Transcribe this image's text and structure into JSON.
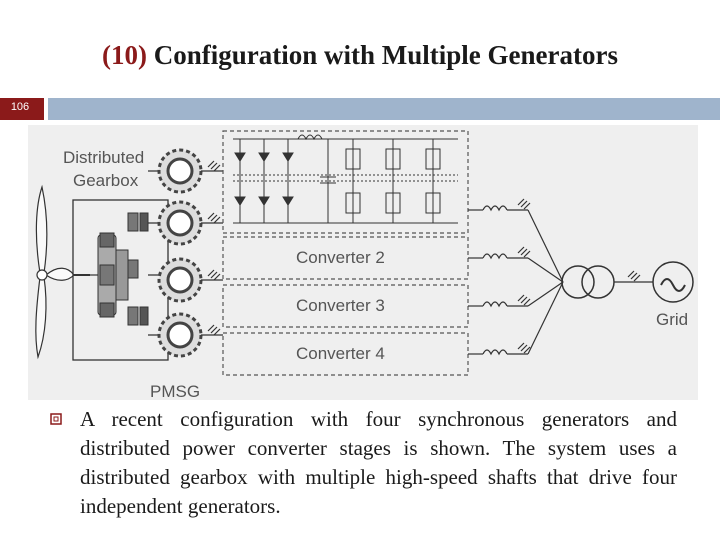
{
  "slide": {
    "title_number": "(10)",
    "title_text": "Configuration with Multiple Generators",
    "slide_number": "106"
  },
  "figure": {
    "labels": {
      "distributed": "Distributed",
      "gearbox": "Gearbox",
      "pmsg": "PMSG",
      "grid": "Grid"
    },
    "converters": [
      "Converter 2",
      "Converter 3",
      "Converter 4"
    ],
    "colors": {
      "line": "#333333",
      "background": "#efefef"
    }
  },
  "body": {
    "bullet_icon": "hollow-square-bullet-icon",
    "text": "A recent configuration with four synchronous generators and distributed power converter stages is shown. The system uses a distributed gearbox with multiple high-speed shafts that drive four independent generators."
  },
  "colors": {
    "accent": "#8b1a1a",
    "top_bar": "#9fb4cc"
  }
}
